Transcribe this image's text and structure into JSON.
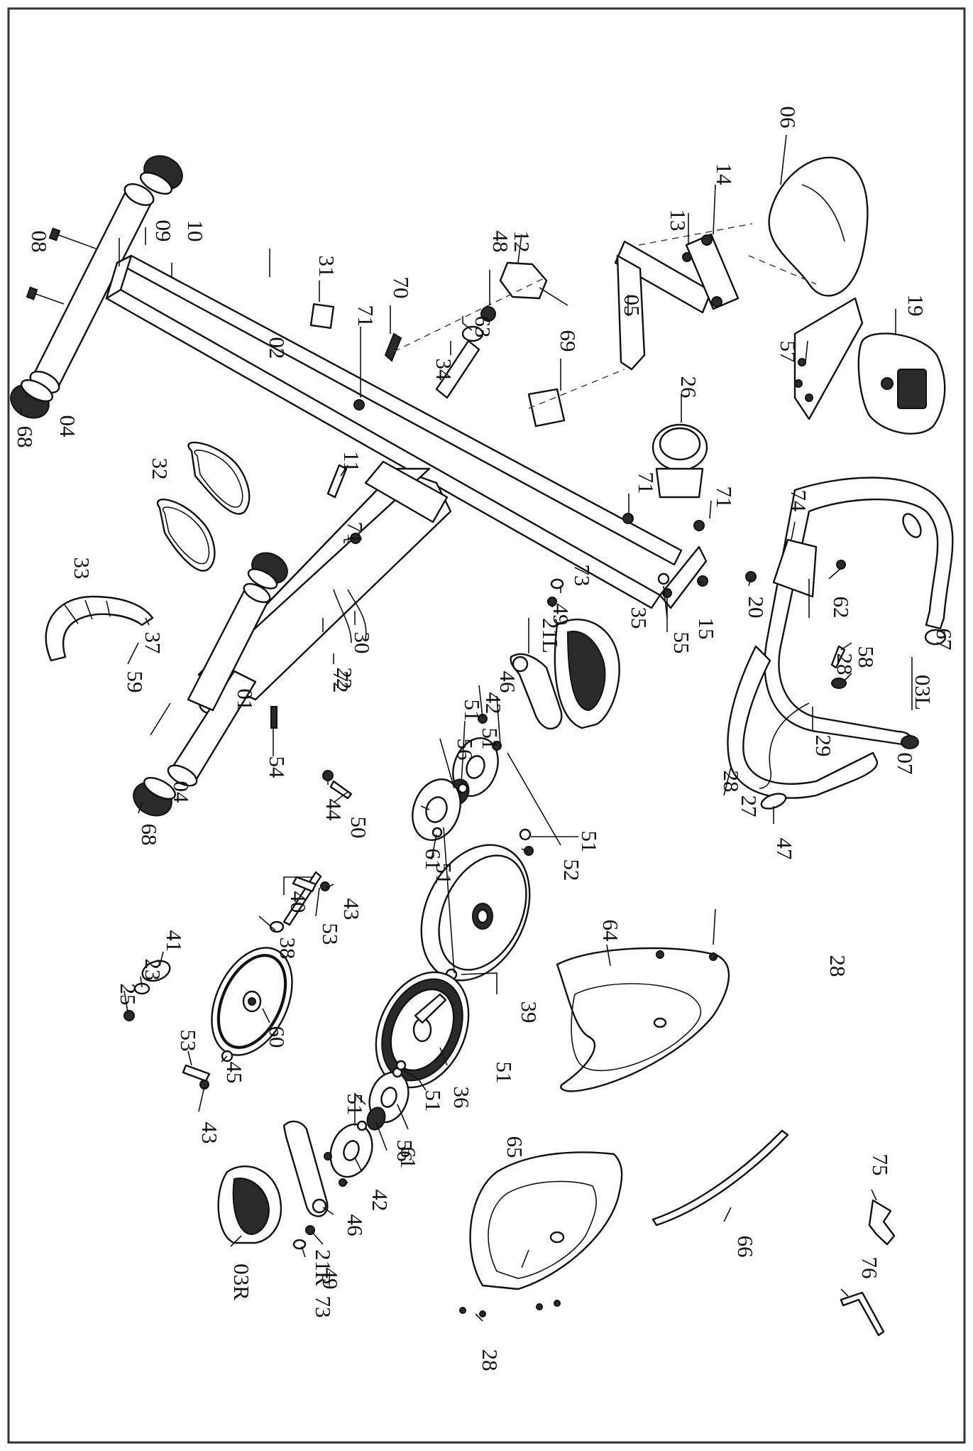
{
  "diagram": {
    "type": "exploded-parts-diagram",
    "orientation": "rotated-90-clockwise",
    "colors": {
      "line": "#111111",
      "background": "#ffffff",
      "frame": "#333333"
    },
    "part_numbers": [
      "01",
      "02",
      "03L",
      "03R",
      "04",
      "04",
      "05",
      "06",
      "07",
      "08",
      "09",
      "10",
      "11",
      "12",
      "13",
      "14",
      "15",
      "19",
      "20",
      "21L",
      "21R",
      "22",
      "23",
      "25",
      "26",
      "27",
      "28",
      "28",
      "28",
      "28",
      "29",
      "30",
      "31",
      "32",
      "33",
      "34",
      "35",
      "36",
      "37",
      "38",
      "39",
      "40",
      "41",
      "42",
      "42",
      "43",
      "43",
      "44",
      "45",
      "46",
      "46",
      "47",
      "48",
      "49",
      "49",
      "50",
      "51",
      "51",
      "51",
      "51",
      "51",
      "51",
      "51",
      "52",
      "53",
      "53",
      "54",
      "55",
      "56",
      "56",
      "57",
      "58",
      "59",
      "60",
      "61",
      "61",
      "62",
      "63",
      "64",
      "65",
      "66",
      "67",
      "68",
      "68",
      "69",
      "70",
      "71",
      "71",
      "71",
      "71",
      "72",
      "73",
      "73",
      "74",
      "75",
      "76"
    ]
  }
}
